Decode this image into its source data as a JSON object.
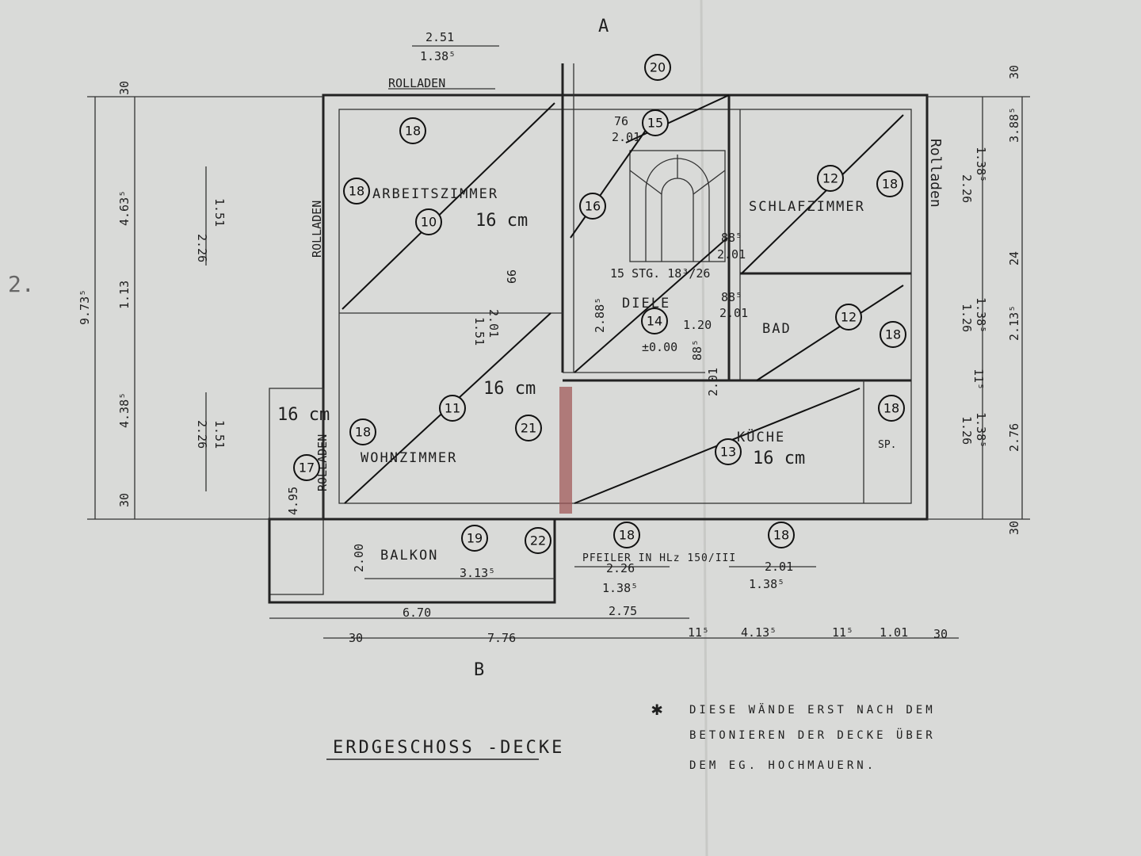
{
  "title": "ERDGESCHOSS -DECKE",
  "section_marks": {
    "top": "A",
    "bottom": "B"
  },
  "margin_number": "2.",
  "rooms": {
    "arbeitszimmer": "ARBEITSZIMMER",
    "wohnzimmer": "WOHNZIMMER",
    "diele": "DIELE",
    "schlafzimmer": "SCHLAFZIMMER",
    "bad": "BAD",
    "kueche": "KÜCHE",
    "balkon": "BALKON"
  },
  "labels": {
    "rolladen_top": "ROLLADEN",
    "rolladen_left": "ROLLADEN",
    "rolladen_left2": "ROLLADEN",
    "rolladen_right": "Rolladen",
    "stairs": "15 STG. 18³/26",
    "level": "±0.00",
    "pier": "PFEILER IN HLz 150/III",
    "sp": "SP.",
    "thickness_arbeits": "16 cm",
    "thickness_wohn": "16 cm",
    "thickness_kueche": "16 cm",
    "thickness_left": "16 cm"
  },
  "position_numbers": [
    "10",
    "11",
    "12",
    "12",
    "13",
    "14",
    "15",
    "16",
    "17",
    "18",
    "18",
    "18",
    "18",
    "18",
    "18",
    "18",
    "18",
    "19",
    "20",
    "21",
    "22"
  ],
  "dimensions": {
    "top": [
      "2.51",
      "1.38⁵"
    ],
    "left": [
      "9.73⁵",
      "4.63⁵",
      "4.38⁵",
      "30",
      "30",
      "1.13",
      "2.26",
      "1.51",
      "2.26",
      "1.51"
    ],
    "right": [
      "3.88⁵",
      "2.26",
      "1.38⁵",
      "24",
      "2.13⁵",
      "1.26",
      "1.38⁵",
      "11⁵",
      "2.76",
      "1.26",
      "1.38⁵",
      "30",
      "30"
    ],
    "interior": [
      "1.51",
      "2.01",
      "99",
      "2.88⁵",
      "1.20",
      "88⁵",
      "2.01",
      "88⁵",
      "2.01",
      "88⁵",
      "2.01",
      "76",
      "2.01",
      "4.95",
      "2.00"
    ],
    "bottom": [
      "3.13⁵",
      "6.70",
      "7.76",
      "30",
      "2.26",
      "1.38⁵",
      "2.75",
      "2.01",
      "1.38⁵",
      "11⁵",
      "4.13⁵",
      "11⁵",
      "1.01",
      "30"
    ]
  },
  "note": {
    "marker": "✱",
    "lines": [
      "DIESE WÄNDE ERST NACH DEM",
      "BETONIEREN DER DECKE ÜBER",
      "DEM EG. HOCHMAUERN."
    ]
  },
  "colors": {
    "paper": "#d9dad8",
    "ink": "#1e1e1e",
    "pier": "#a05a5a"
  }
}
